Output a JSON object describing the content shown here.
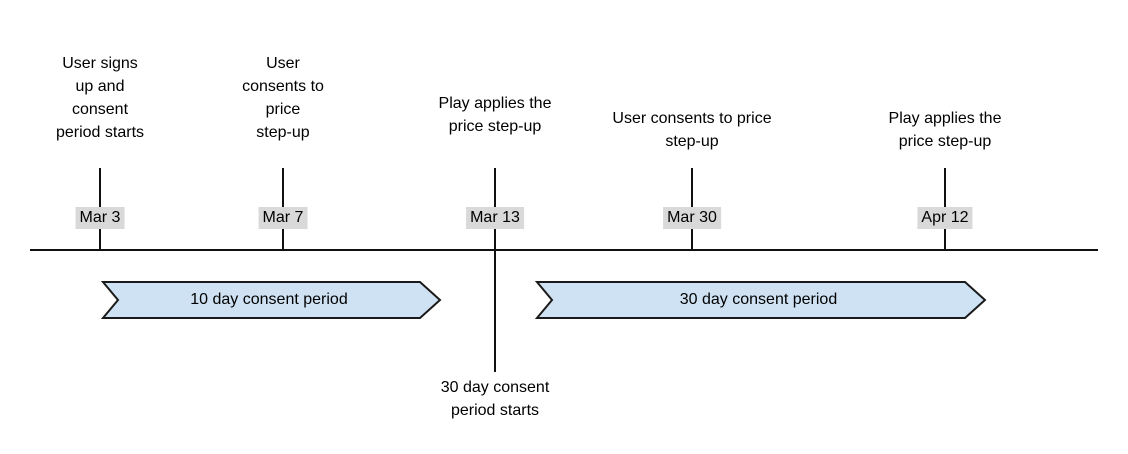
{
  "diagram": {
    "description": "Timeline of price step-up consent periods",
    "events": [
      {
        "date": "Mar 3",
        "label": "User signs\nup and\nconsent\nperiod starts"
      },
      {
        "date": "Mar 7",
        "label": "User\nconsents to\nprice\nstep-up"
      },
      {
        "date": "Mar 13",
        "label": "Play applies the\nprice step-up",
        "below_label": "30 day consent\nperiod starts"
      },
      {
        "date": "Mar 30",
        "label": "User consents to price\nstep-up"
      },
      {
        "date": "Apr 12",
        "label": "Play applies the\nprice step-up"
      }
    ],
    "periods": [
      {
        "label": "10 day consent period",
        "from_date": "Mar 3",
        "to_date": "Mar 13"
      },
      {
        "label": "30 day consent period",
        "from_date": "Mar 13",
        "to_date": "Apr 12"
      }
    ],
    "colors": {
      "period_fill": "#cfe2f3",
      "period_border": "#1a1a1a",
      "date_bg": "#d9d9d9",
      "line": "#111111",
      "text": "#000000"
    }
  }
}
